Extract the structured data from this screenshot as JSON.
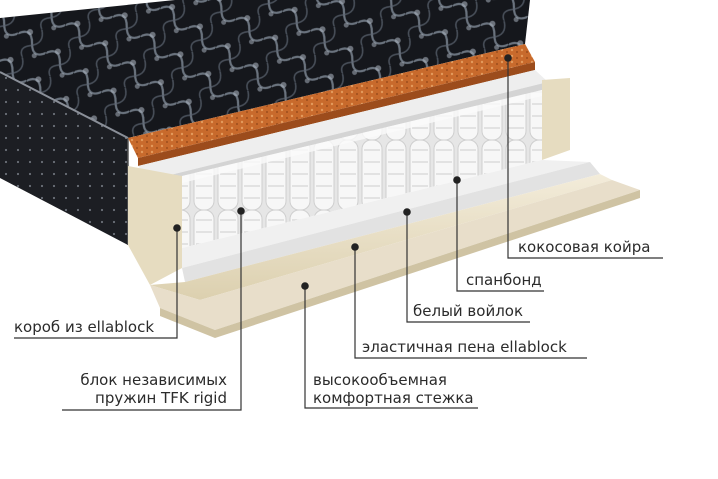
{
  "labels": {
    "coconut_coir": "кокосовая койра",
    "spunbond": "спанбонд",
    "white_felt": "белый войлок",
    "elastic_foam": "эластичная пена ellablock",
    "quilting_line1": "высокообъемная",
    "quilting_line2": "комфортная стежка",
    "box": "короб из ellablock",
    "springs_line1": "блок независимых",
    "springs_line2": "пружин TFK rigid"
  },
  "colors": {
    "cover_dark": "#15171c",
    "cover_pattern": "#8d97a3",
    "coir": "#c86a2c",
    "felt": "#e9e9ea",
    "foam": "#ece3cc",
    "box": "#e6dcc0",
    "spring": "#f4f4f4",
    "leader": "#333333"
  }
}
